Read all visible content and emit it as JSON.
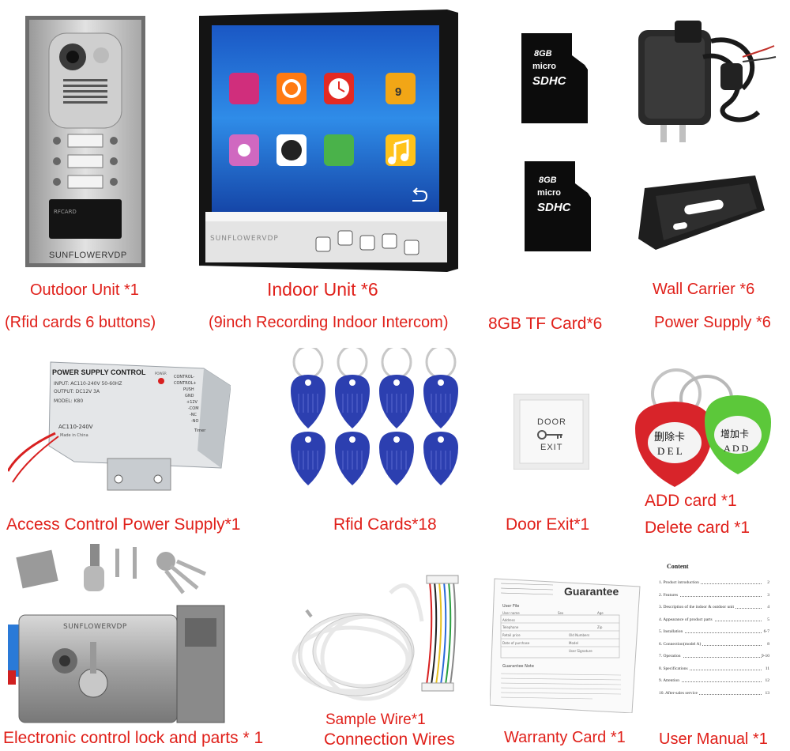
{
  "captions": {
    "outdoor_unit": "Outdoor Unit *1",
    "outdoor_unit_sub": "(Rfid cards 6 buttons)",
    "indoor_unit": "Indoor Unit *6",
    "indoor_unit_sub": "(9inch Recording Indoor Intercom)",
    "tf_card": "8GB TF Card*6",
    "wall_carrier": "Wall Carrier *6",
    "power_supply": "Power Supply *6",
    "access_power": "Access Control Power Supply*1",
    "rfid_cards": "Rfid Cards*18",
    "door_exit": "Door Exit*1",
    "add_card": "ADD card *1",
    "delete_card": "Delete card *1",
    "lock": "Electronic control lock and parts * 1",
    "sample_wire": "Sample Wire*1",
    "connection_wires": "Connection Wires",
    "warranty": "Warranty Card *1",
    "manual": "User Manual *1"
  },
  "product_text": {
    "outdoor_brand": "SUNFLOWERVDP",
    "rfcard_label": "RFCARD",
    "indoor_brand": "SUNFLOWERVDP",
    "calendar_day": "9",
    "sd_capacity": "8GB",
    "sd_micro": "micro",
    "sd_sdhc": "SDHC",
    "psu_title": "POWER SUPPLY CONTROL",
    "psu_input": "INPUT: AC110-240V 50-60HZ",
    "psu_output": "OUTPUT: DC12V 3A",
    "psu_model": "MODEL: K80",
    "psu_voltage": "AC110-240V",
    "psu_made": "Made in China",
    "psu_power": "POWER",
    "psu_terminals": [
      "CONTROL-",
      "CONTROL+",
      "PUSH",
      "GND",
      "+12V",
      "-COM",
      "-NC",
      "-NO"
    ],
    "psu_timer": "Timer",
    "door_word": "DOOR",
    "exit_word": "EXIT",
    "del_card_cn": "删除卡",
    "del_card_en": "D E L",
    "add_card_cn": "增加卡",
    "add_card_en": "A D D",
    "lock_brand": "SUNFLOWERVDP",
    "warranty_title": "Guarantee",
    "warranty_section": "User File",
    "warranty_fields": [
      "User name",
      "Sex",
      "Age",
      "Address",
      "Telephone",
      "Zip",
      "Retail price",
      "Old Numbers",
      "Date of purchase",
      "Model",
      "User Signature"
    ],
    "warranty_note": "Guarantee Note",
    "manual_title": "Content",
    "manual_items": [
      {
        "label": "1.  Product introduction",
        "page": "2"
      },
      {
        "label": "2.  Features",
        "page": "3"
      },
      {
        "label": "3.  Description of the indoor & outdoor unit",
        "page": "4"
      },
      {
        "label": "4.  Appearance of product parts",
        "page": "5"
      },
      {
        "label": "5.  Installation",
        "page": "6-7"
      },
      {
        "label": "6.  Connection(model A)",
        "page": "8"
      },
      {
        "label": "7.  Operation",
        "page": "9-10"
      },
      {
        "label": "8.  Specifications",
        "page": "11"
      },
      {
        "label": "9.  Attention",
        "page": "12"
      },
      {
        "label": "10. After-sales service",
        "page": "13"
      }
    ]
  },
  "colors": {
    "caption": "#e0201a",
    "rfid_blue": "#2c3fb0",
    "del_red": "#d8242a",
    "add_green": "#5cc83a",
    "screen_blue": "#1e6fd8"
  }
}
